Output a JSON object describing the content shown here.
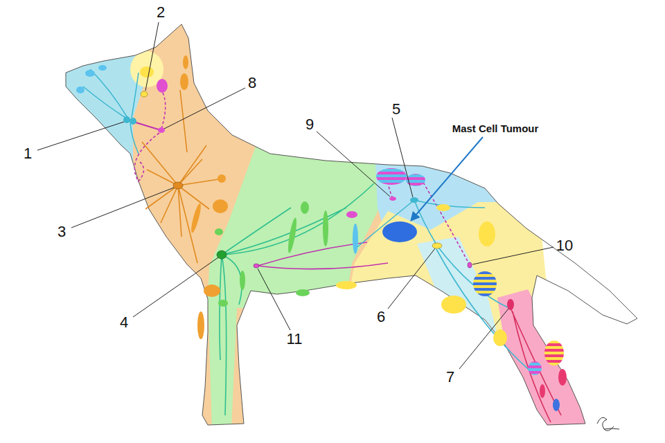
{
  "diagram": {
    "labels": [
      "2",
      "8",
      "9",
      "5",
      "Mast Cell Tumour",
      "1",
      "3",
      "10",
      "4",
      "11",
      "6",
      "7"
    ]
  }
}
